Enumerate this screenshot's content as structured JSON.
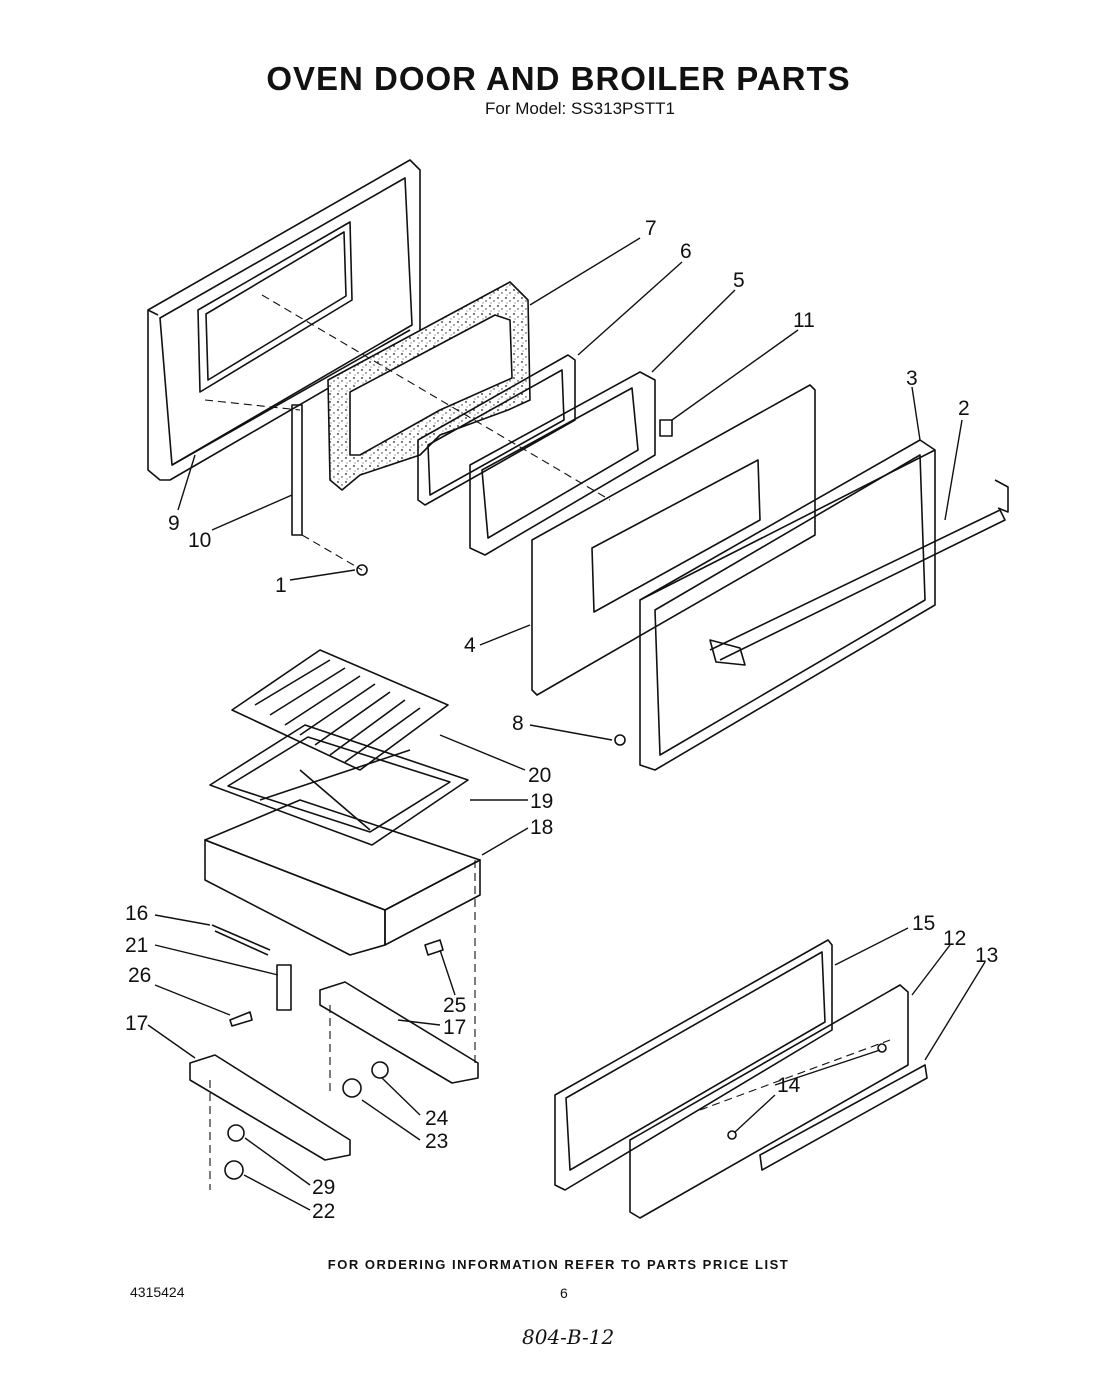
{
  "header": {
    "title": "OVEN DOOR AND BROILER PARTS",
    "subtitle": "For Model: SS313PSTT1"
  },
  "callouts": [
    "7",
    "6",
    "5",
    "11",
    "3",
    "2",
    "9",
    "10",
    "1",
    "4",
    "8",
    "20",
    "19",
    "18",
    "16",
    "21",
    "26",
    "25",
    "17",
    "17",
    "24",
    "23",
    "29",
    "22",
    "15",
    "12",
    "13",
    "14",
    "14"
  ],
  "footer": {
    "ordering_note": "FOR ORDERING INFORMATION REFER TO PARTS PRICE LIST",
    "doc_number": "4315424",
    "page_number": "6",
    "handwritten": "804-B-12"
  }
}
